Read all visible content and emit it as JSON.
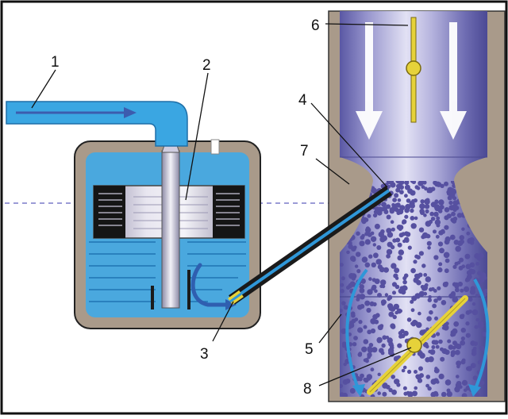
{
  "diagram": {
    "labels": [
      "1",
      "2",
      "3",
      "4",
      "5",
      "6",
      "7",
      "8"
    ]
  },
  "colors": {
    "frame": "#111111",
    "housing": "#a99a8a",
    "fuel": "#2f97d8",
    "fuel_light": "#7cc6ee",
    "float": "#c7c2d6",
    "throttle": "#e6d23a",
    "droplets": "#5650a0",
    "venturi": "#a9a6d6",
    "dashed_line": "#7a7ac8"
  }
}
